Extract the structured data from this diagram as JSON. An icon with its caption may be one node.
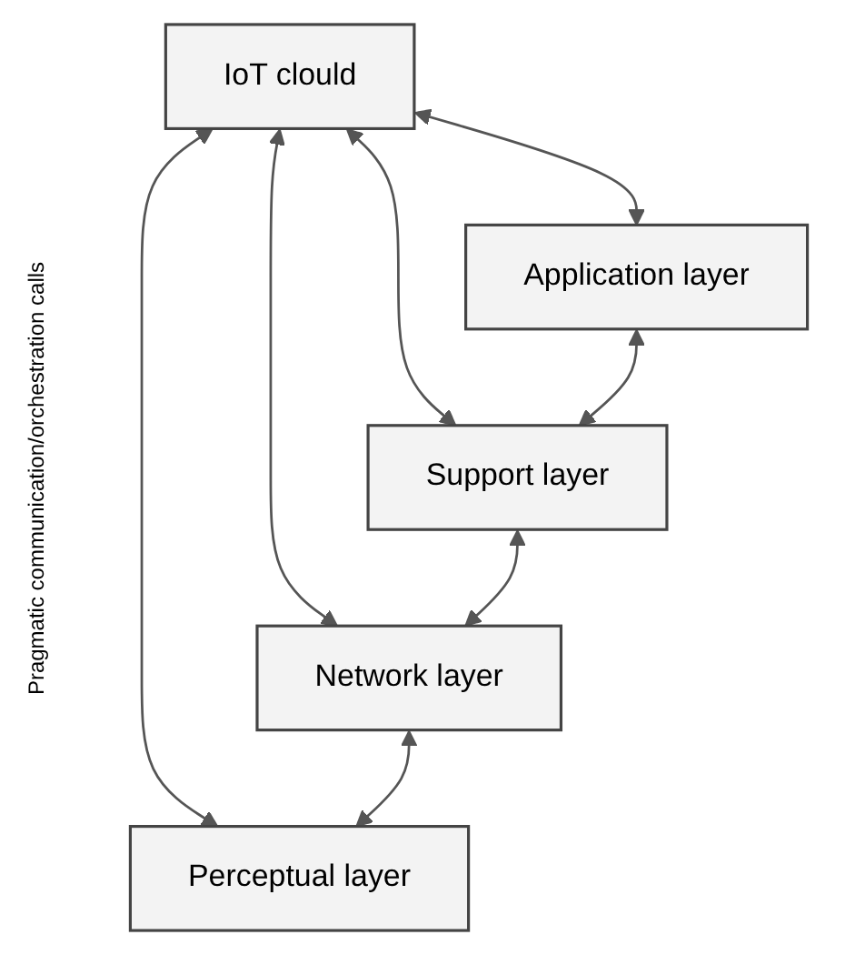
{
  "diagram": {
    "nodes": [
      {
        "text": [
          "IoT clould"
        ]
      },
      {
        "text": [
          "Application layer"
        ]
      },
      {
        "text": [
          "Support layer"
        ]
      },
      {
        "text": [
          "Network layer"
        ]
      },
      {
        "text": [
          "Perceptual layer"
        ]
      }
    ],
    "edges": [
      {
        "from": 0,
        "to": 1,
        "arrow": "both"
      },
      {
        "from": 0,
        "to": 2,
        "arrow": "both"
      },
      {
        "from": 0,
        "to": 3,
        "arrow": "both"
      },
      {
        "from": 0,
        "to": 4,
        "arrow": "both"
      },
      {
        "from": 1,
        "to": 2,
        "arrow": "both"
      },
      {
        "from": 2,
        "to": 3,
        "arrow": "both"
      },
      {
        "from": 3,
        "to": 4,
        "arrow": "both"
      }
    ],
    "labels": [
      "Pragmatic communication/orchestration calls"
    ]
  }
}
